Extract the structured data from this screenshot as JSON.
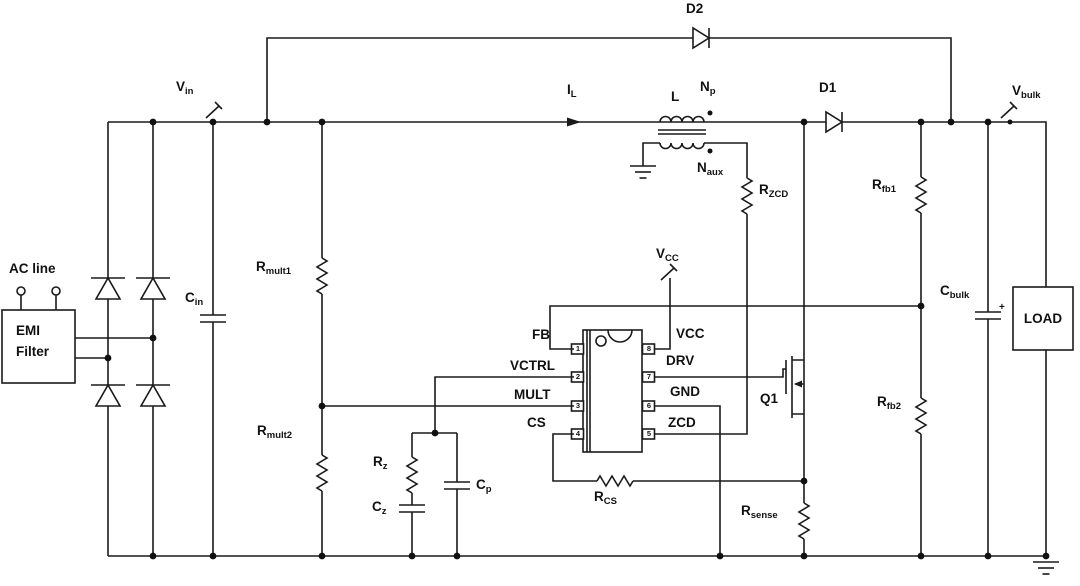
{
  "colors": {
    "line": "#1a1a1a",
    "background": "#ffffff"
  },
  "labels": {
    "acline": {
      "main": "AC line",
      "sub": ""
    },
    "emi1": {
      "main": "EMI",
      "sub": ""
    },
    "emi2": {
      "main": "Filter",
      "sub": ""
    },
    "vin": {
      "main": "V",
      "sub": "in"
    },
    "cin": {
      "main": "C",
      "sub": "in"
    },
    "d2": {
      "main": "D2",
      "sub": ""
    },
    "d1": {
      "main": "D1",
      "sub": ""
    },
    "il": {
      "main": "I",
      "sub": "L"
    },
    "l": {
      "main": "L",
      "sub": ""
    },
    "np": {
      "main": "N",
      "sub": "p"
    },
    "naux": {
      "main": "N",
      "sub": "aux"
    },
    "rzcd": {
      "main": "R",
      "sub": "ZCD"
    },
    "rfb1": {
      "main": "R",
      "sub": "fb1"
    },
    "rfb2": {
      "main": "R",
      "sub": "fb2"
    },
    "rmult1": {
      "main": "R",
      "sub": "mult1"
    },
    "rmult2": {
      "main": "R",
      "sub": "mult2"
    },
    "vcc_probe": {
      "main": "V",
      "sub": "CC"
    },
    "vbulk": {
      "main": "V",
      "sub": "bulk"
    },
    "cbulk": {
      "main": "C",
      "sub": "bulk"
    },
    "cbulk_plus": {
      "main": "+",
      "sub": ""
    },
    "load": {
      "main": "LOAD",
      "sub": ""
    },
    "q1": {
      "main": "Q1",
      "sub": ""
    },
    "rz": {
      "main": "R",
      "sub": "z"
    },
    "cz": {
      "main": "C",
      "sub": "z"
    },
    "cp": {
      "main": "C",
      "sub": "p"
    },
    "rcs": {
      "main": "R",
      "sub": "CS"
    },
    "rsense": {
      "main": "R",
      "sub": "sense"
    },
    "fb": {
      "main": "FB",
      "sub": ""
    },
    "vctrl": {
      "main": "VCTRL",
      "sub": ""
    },
    "mult": {
      "main": "MULT",
      "sub": ""
    },
    "cs": {
      "main": "CS",
      "sub": ""
    },
    "vcc_pin": {
      "main": "VCC",
      "sub": ""
    },
    "drv": {
      "main": "DRV",
      "sub": ""
    },
    "gnd": {
      "main": "GND",
      "sub": ""
    },
    "zcd": {
      "main": "ZCD",
      "sub": ""
    }
  },
  "ic": {
    "pins_left": [
      "1",
      "2",
      "3",
      "4"
    ],
    "pins_right": [
      "8",
      "7",
      "6",
      "5"
    ]
  }
}
